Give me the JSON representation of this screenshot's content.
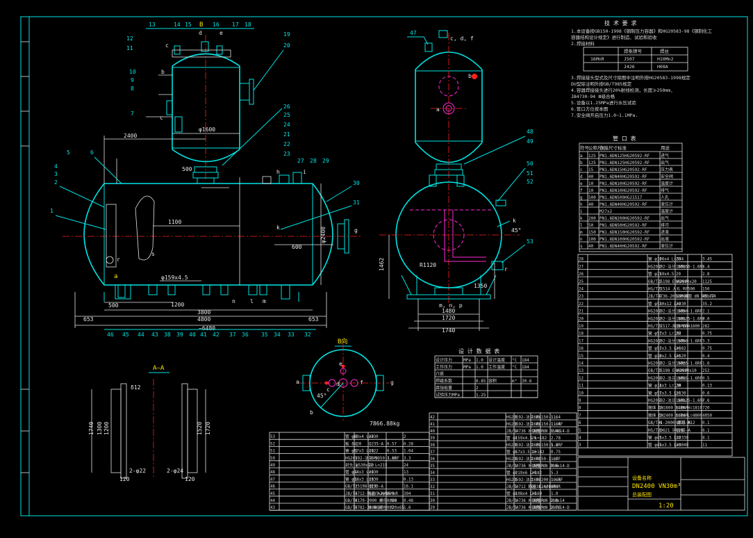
{
  "balloons_front_top": [
    "13",
    "14",
    "15",
    "B",
    "16",
    "17",
    "18"
  ],
  "balloons_front_left_upper": [
    "12",
    "11",
    "10",
    "9",
    "8",
    "7"
  ],
  "balloons_front_right_upper": [
    "19",
    "20"
  ],
  "balloons_front_right_mid": [
    "26",
    "25",
    "24",
    "21",
    "22",
    "23"
  ],
  "balloons_front_mid": [
    "27",
    "28",
    "29"
  ],
  "balloons_front_left": [
    "5",
    "6",
    "4",
    "3",
    "2",
    "1"
  ],
  "balloons_front_right": [
    "30",
    "31"
  ],
  "balloons_front_bottom": [
    "46",
    "45",
    "44",
    "43",
    "38",
    "39",
    "40",
    "41",
    "42",
    "37",
    "36",
    "35",
    "34",
    "33",
    "32"
  ],
  "balloons_side_top": [
    "47"
  ],
  "balloons_side_right": [
    "48",
    "49",
    "50",
    "51",
    "52",
    "53"
  ],
  "nozzle_letters_front": [
    "c",
    "d",
    "e",
    "b",
    "c",
    "r",
    "g",
    "a",
    "h",
    "i",
    "s",
    "n",
    "k",
    "m",
    "l"
  ],
  "nozzle_letters_side": [
    "c, d, f",
    "b",
    "a",
    "k",
    "r",
    "m, n, p"
  ],
  "dims_front": {
    "d2400": "2400",
    "d1600": "φ1600",
    "d500_top": "500",
    "d2400_right": "φ2400",
    "d1100": "1100",
    "d600": "600",
    "d1200": "1200",
    "d3800": "3800",
    "d4800": "4800",
    "d653_left": "653",
    "d653_right": "653",
    "d6480": "~6480",
    "d500_bot": "500",
    "d159": "φ159x4.5"
  },
  "dims_side": {
    "d1462": "1462",
    "d1480": "1480",
    "d1720": "1720",
    "d1740": "1740",
    "d1350": "1350",
    "r1120": "R1120",
    "a45": "45°"
  },
  "section_aa_label": "A—A",
  "section_aa_dims": [
    "1740",
    "1300",
    "1200",
    "1520",
    "1720",
    "2-φ22",
    "120",
    "2-φ24",
    "120",
    "δ12"
  ],
  "view_b_label": "B向",
  "view_b_letters": [
    "a",
    "b",
    "c",
    "d",
    "e",
    "f",
    "g"
  ],
  "view_b_angle": "45°",
  "weight_label": "7866.88kg",
  "tech_notes_title": "技 术 要 求",
  "tech_notes": [
    "1.本设备按GB150-1998《钢制压力容器》和HG20583-98《钢制化工",
    "  容器结构设计规定》进行制造、试验和验收",
    "2.焊接材料",
    "3.焊接接头型式及尺寸除图中注明外按HG20583-1998规定",
    "  DU型除注明外按GB/T985规定",
    "4.容器焊接接头进行20%射线检测，长度≫250mm,",
    "  JB4730-94 Ⅲ级合格",
    "5.设备以1.25MPa进行水压试验",
    "6.管口方位按本图",
    "7.安全阀开启压力1.0~1.1MPa."
  ],
  "weld_table": {
    "head": [
      "",
      "焊条牌号",
      "焊丝"
    ],
    "rows": [
      [
        "16MnR",
        "J507",
        "H10Mn2"
      ],
      [
        "",
        "J426",
        "H08A"
      ]
    ]
  },
  "nozzle_table_title": "管 口 表",
  "nozzle_table_head": [
    "符号",
    "公称尺寸",
    "连接尺寸标准",
    "用途"
  ],
  "nozzle_table": [
    [
      "a",
      "125",
      "PN1.6DN125HG20592-RF",
      "进气"
    ],
    [
      "b",
      "125",
      "PN1.6DN125HG20592-RF",
      "出气"
    ],
    [
      "c",
      "15",
      "PN1.6DN15HG20592-RF",
      "压力表"
    ],
    [
      "d",
      "40",
      "PN1.6DN40HG20592-RF",
      "安全阀"
    ],
    [
      "e",
      "10",
      "PN1.6DN10HG20592-RF",
      "温度计"
    ],
    [
      "f",
      "10",
      "PN1.6DN10HG20592-RF",
      "排气"
    ],
    [
      "g",
      "500",
      "PN1.6DN500HG21517",
      "人孔"
    ],
    [
      "h",
      "40",
      "PN1.6DN40HG20592-RF",
      "液位计"
    ],
    [
      "i",
      "",
      "M27x2",
      "温度计"
    ],
    [
      "k",
      "200",
      "PN1.6DN200HG20592-RF",
      "出气"
    ],
    [
      "l",
      "50",
      "PN1.6DN50HG20592-RF",
      "排污"
    ],
    [
      "m",
      "150",
      "PN1.6DN150HG20592-RF",
      "进液"
    ],
    [
      "n",
      "100",
      "PN1.6DN100HG20592-RF",
      "出液"
    ],
    [
      "s",
      "40",
      "PN1.6DN40HG20592-RF",
      "液位计"
    ]
  ],
  "design_table_title": "设 计 数 据 表",
  "design_table": [
    [
      "设计压力",
      "MPa",
      "1.0",
      "设计温度",
      "°C",
      "184"
    ],
    [
      "工作压力",
      "MPa",
      "1.0",
      "工作温度",
      "°C",
      "184"
    ],
    [
      "介质",
      "",
      "",
      "",
      "",
      ""
    ],
    [
      "焊缝系数",
      "",
      "0.85",
      "容积",
      "m³",
      "30.6"
    ],
    [
      "腐蚀裕量",
      "",
      "2",
      "",
      "",
      ""
    ],
    [
      "试验压力MPa",
      "",
      "1.25",
      "",
      "",
      ""
    ]
  ],
  "bom_right": [
    [
      "28",
      "",
      "管 φ108x4 L=334",
      "1",
      "20",
      "",
      "3.45"
    ],
    [
      "27",
      "",
      "HG20592-法兰 SO150-1.6RF",
      "2",
      "16Mn",
      "",
      "5.4"
    ],
    [
      "26",
      "",
      "管 φ159x4.5",
      "1",
      "20",
      "",
      "2.8"
    ],
    [
      "25",
      "",
      "GB/T25198 EHA2600x20",
      "2",
      "16MnR",
      "",
      "1125"
    ],
    [
      "24",
      "",
      "HG/T21514 人孔 RF500",
      "1",
      "",
      "",
      "150"
    ],
    [
      "23",
      "",
      "JB/T4736-2002补强圈 dN 500x14",
      "1",
      "16MnR",
      "",
      "45.77"
    ],
    [
      "22",
      "",
      "管 φ530x12 L=230",
      "1",
      "20",
      "",
      "35.2"
    ],
    [
      "21",
      "",
      "HG20592-法兰 SO50-1.6RF",
      "1",
      "16Mn",
      "",
      "2.1"
    ],
    [
      "20",
      "",
      "HG20592-法兰 SO125-1.6RF",
      "2",
      "16Mn",
      "",
      "9.0"
    ],
    [
      "19",
      "",
      "HG/T21517-简体 EHA1600",
      "1",
      "16MnR",
      "",
      "282"
    ],
    [
      "18",
      "",
      "管 φ57x3 L=182",
      "1",
      "20",
      "",
      "0.75"
    ],
    [
      "17",
      "",
      "HG20592-法兰 SO50-1.6RF",
      "2",
      "16Mn",
      "",
      "3.3"
    ],
    [
      "16",
      "",
      "管 φ57x3.5 L=182",
      "1",
      "20",
      "",
      "0.75"
    ],
    [
      "15",
      "",
      "管 φ30x2.5 L=120",
      "2",
      "20",
      "",
      "0.4"
    ],
    [
      "14",
      "",
      "HG20592-法兰 SO25-1.6RF",
      "2",
      "16Mn",
      "",
      "1.6"
    ],
    [
      "13",
      "",
      "GB/T25198 EHA1600x10",
      "1",
      "16MnR",
      "",
      "252"
    ],
    [
      "12",
      "",
      "HG20592-法兰 SO15-1.6RF",
      "1",
      "16Mn",
      "",
      "0.5"
    ],
    [
      "11",
      "",
      "管 φ14x3 L=130",
      "1",
      "20",
      "",
      "0.13"
    ],
    [
      "10",
      "",
      "管 φ57x3.5 L=130",
      "1",
      "20",
      "",
      "0.6"
    ],
    [
      "9",
      "",
      "HG20592-法兰 SO125-1.6RF",
      "1",
      "16Mn",
      "",
      "7.6"
    ],
    [
      "8",
      "",
      "筒体 DN1600 δ=10 H=1810",
      "1",
      "16MnR",
      "",
      "720"
    ],
    [
      "7",
      "",
      "筒体 DN2400 δ=14 L=4800",
      "1",
      "16MnR",
      "",
      "4050"
    ],
    [
      "6",
      "",
      "GB/T41-2000 螺母 M12",
      "4",
      "Q235-A",
      "",
      "0.1"
    ],
    [
      "5",
      "",
      "HG/T20621 环向板",
      "1",
      "Q235-A",
      "",
      "6.1"
    ],
    [
      "4",
      "",
      "管 φ45x3.5 L=2330",
      "1",
      "20",
      "",
      "8.1"
    ],
    [
      "3",
      "",
      "管 φ45x3.5 L=3040",
      "1",
      "20",
      "",
      "11"
    ]
  ],
  "bom_mid": [
    [
      "42",
      "",
      "HG20592-法兰 BL150-1.6",
      "1",
      "16Mn",
      "",
      "11.4"
    ],
    [
      "41",
      "",
      "HG20592-法兰 BL150-1.6RF",
      "1",
      "16Mn",
      "",
      "11.4"
    ],
    [
      "40",
      "",
      "JB/T4736 补强圈 dN 150x14-D",
      "1",
      "16MnR",
      "",
      "5.45"
    ],
    [
      "39",
      "",
      "管 φ159x4.5 L=182",
      "1",
      "20",
      "",
      "2.78"
    ],
    [
      "38",
      "",
      "HG20592-法兰 SO150-1.6RF",
      "1",
      "16Mn",
      "",
      "5.2"
    ],
    [
      "37",
      "",
      "管 φ57x3.5 L=182",
      "1",
      "20",
      "",
      "0.75"
    ],
    [
      "36",
      "",
      "HG20592-法兰 SO50-1.6RF",
      "1",
      "16Mn",
      "",
      "1.7"
    ],
    [
      "35",
      "",
      "JB/T4736 补强圈 dN 200x14-D",
      "1",
      "16MnR",
      "",
      "9.6"
    ],
    [
      "34",
      "",
      "管 φ219x6 L=182",
      "1",
      "20",
      "",
      "5.3"
    ],
    [
      "33",
      "",
      "HG20592-法兰 SO200-1.6RF",
      "1",
      "16Mn",
      "",
      "10.5"
    ],
    [
      "32",
      "",
      "JB/T4712 鞍座 A2400-F",
      "1",
      "Q235-A/16MnR",
      "",
      "339"
    ],
    [
      "31",
      "",
      "管 φ108x4 L=160",
      "1",
      "20",
      "",
      "1.0"
    ],
    [
      "30",
      "",
      "JB/T4736 补强圈 dN 100x14",
      "1",
      "16MnR",
      "",
      "2.8"
    ],
    [
      "29",
      "",
      "JB/T4736 补强圈 dN 100x14-D",
      "1",
      "16MnR",
      "",
      "2.75"
    ]
  ],
  "bom_left": [
    [
      "53",
      "",
      "管 φ89x4 L=230",
      "1",
      "20",
      "",
      "2"
    ],
    [
      "52",
      "",
      "板 δ=20",
      "1",
      "Q235-A",
      "0.57",
      "0.28"
    ],
    [
      "51",
      "",
      "管 φ57x3 L=122",
      "1",
      "20",
      "0.53",
      "1.04"
    ],
    [
      "50",
      "",
      "HG20592-法兰 SO50-1.6RF",
      "2",
      "16Mn",
      "1.65",
      "3.3"
    ],
    [
      "49",
      "",
      "封头 φ530x12 L=215",
      "1",
      "20",
      "",
      "24"
    ],
    [
      "48",
      "",
      "管 φ14x3 L=130",
      "1",
      "20",
      "",
      "13"
    ],
    [
      "47",
      "",
      "管 φ14x3 L=130",
      "1",
      "20",
      "",
      "0.13"
    ],
    [
      "46",
      "",
      "GB/T25198 封头",
      "1",
      "Q235-A",
      "",
      "16.1"
    ],
    [
      "45",
      "",
      "JB/T4712-鞍座 A2400-S",
      "1",
      "Q235-A/16MnR",
      "",
      "394"
    ],
    [
      "44",
      "",
      "GB/T6170-2000 螺母 M20",
      "8",
      "",
      "0.06",
      "0.48"
    ],
    [
      "43",
      "",
      "GB/T5782-2000 螺栓 M20x65",
      "8",
      "8.8级",
      "0.2",
      "1.6"
    ]
  ],
  "title_block": {
    "equipment": "设备名称",
    "model": "DN2400 VN30m³",
    "drawing": "总装配图",
    "scale": "1:20"
  }
}
